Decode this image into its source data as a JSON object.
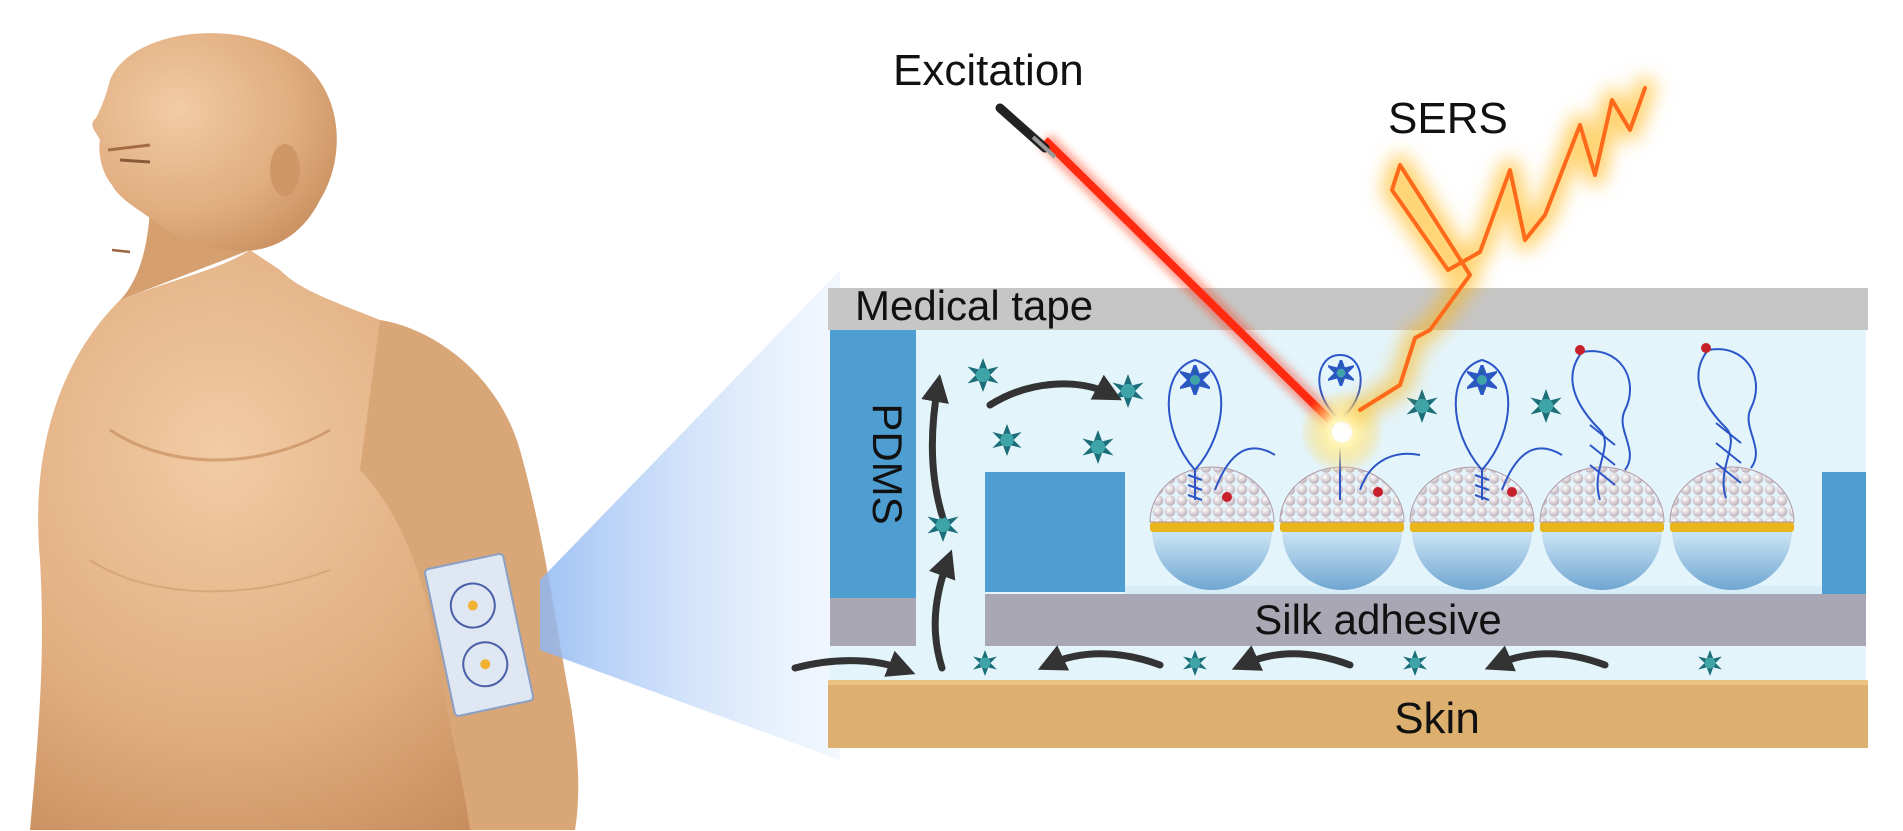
{
  "labels": {
    "excitation": "Excitation",
    "sers": "SERS",
    "medical_tape": "Medical tape",
    "pdms": "PDMS",
    "silk_adhesive": "Silk adhesive",
    "skin": "Skin"
  },
  "colors": {
    "skin_tone": "#e3b487",
    "skin_shadow": "#c98f5f",
    "tape": "#c6c6c6",
    "pdms": "#4f9ed1",
    "channel_fluid": "#e3f4fb",
    "silk": "#a9a7b3",
    "skin_layer": "#deb06f",
    "laser": "#ff2a10",
    "sers_signal": "#ff6a1a",
    "gold": "#e9b51c",
    "nanosphere": "#a9cfe8",
    "analyte": "#1c6e78",
    "dna": "#2c55c8"
  }
}
